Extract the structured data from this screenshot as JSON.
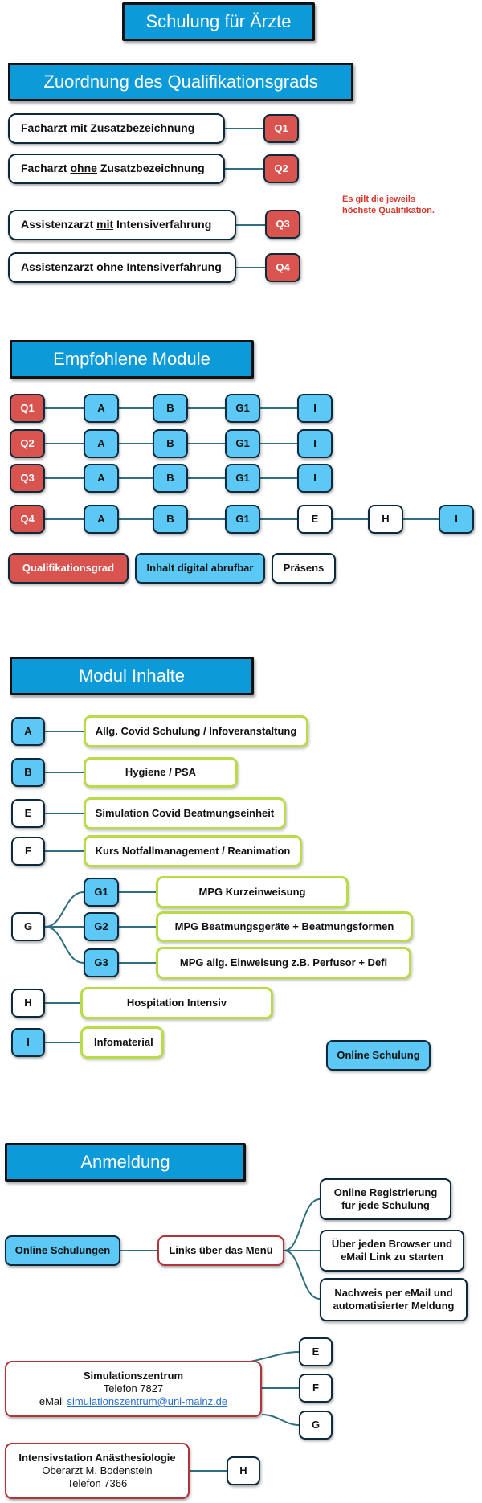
{
  "title": "Schulung für Ärzte",
  "colors": {
    "header": "#0c9ad9",
    "qualification": "#d9534f",
    "digital": "#5bc8f5",
    "presence": "#ffffff",
    "content_border": "#b9dc46",
    "contact_border": "#b0343a",
    "note": "#d8352a",
    "connector": "#2f6f80"
  },
  "section1": {
    "title": "Zuordnung des Qualifikationsgrads",
    "items": [
      {
        "pre": "Facharzt ",
        "em": "mit",
        "post": " Zusatzbezeichnung",
        "badge": "Q1"
      },
      {
        "pre": "Facharzt ",
        "em": "ohne",
        "post": " Zusatzbezeichnung",
        "badge": "Q2"
      },
      {
        "pre": "Assistenzarzt ",
        "em": "mit",
        "post": " Intensiverfahrung",
        "badge": "Q3"
      },
      {
        "pre": "Assistenzarzt ",
        "em": "ohne",
        "post": " Intensiverfahrung",
        "badge": "Q4"
      }
    ],
    "note_line1": "Es gilt die jeweils",
    "note_line2": "höchste Qualifikation."
  },
  "section2": {
    "title": "Empfohlene Module",
    "rows": [
      {
        "q": "Q1",
        "modules": [
          "A",
          "B",
          "G1",
          "I"
        ]
      },
      {
        "q": "Q2",
        "modules": [
          "A",
          "B",
          "G1",
          "I"
        ]
      },
      {
        "q": "Q3",
        "modules": [
          "A",
          "B",
          "G1",
          "I"
        ]
      },
      {
        "q": "Q4",
        "modules": [
          "A",
          "B",
          "G1",
          "E",
          "H",
          "I"
        ]
      }
    ],
    "legend": {
      "qual": "Qualifikationsgrad",
      "digital": "Inhalt digital abrufbar",
      "presence": "Präsens"
    }
  },
  "section3": {
    "title": "Modul Inhalte",
    "A": {
      "key": "A",
      "text": "Allg. Covid Schulung / Infoveranstaltung"
    },
    "B": {
      "key": "B",
      "text": "Hygiene / PSA"
    },
    "E": {
      "key": "E",
      "text": "Simulation Covid Beatmungseinheit"
    },
    "F": {
      "key": "F",
      "text": "Kurs Notfallmanagement / Reanimation"
    },
    "G": {
      "key": "G"
    },
    "G1": {
      "key": "G1",
      "text": "MPG  Kurzeinweisung"
    },
    "G2": {
      "key": "G2",
      "text": "MPG  Beatmungsgeräte + Beatmungsformen"
    },
    "G3": {
      "key": "G3",
      "text": "MPG  allg. Einweisung z.B.  Perfusor + Defi"
    },
    "H": {
      "key": "H",
      "text": "Hospitation Intensiv"
    },
    "I": {
      "key": "I",
      "text": "Infomaterial"
    },
    "online_label": "Online Schulung"
  },
  "section4": {
    "title": "Anmeldung",
    "online": "Online Schulungen",
    "links": "Links über das Menü",
    "reg_l1": "Online Registrierung",
    "reg_l2": "für jede Schulung",
    "browser_l1": "Über jeden Browser und",
    "browser_l2": "eMail Link zu starten",
    "proof_l1": "Nachweis per eMail und",
    "proof_l2": "automatisierter Meldung",
    "sim": {
      "name": "Simulationszentrum",
      "phone": "Telefon  7827",
      "email_prefix": "eMail ",
      "email": "simulationszentrum@uni-mainz.de"
    },
    "sim_targets": [
      "E",
      "F",
      "G"
    ],
    "icu": {
      "name": "Intensivstation Anästhesiologie",
      "person": "Oberarzt M. Bodenstein",
      "phone": "Telefon 7366"
    },
    "icu_target": "H"
  }
}
